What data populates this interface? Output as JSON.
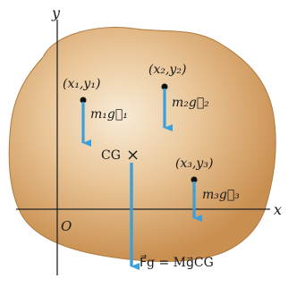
{
  "axes": {
    "x_label": "x",
    "y_label": "y",
    "origin_label": "O"
  },
  "particles": [
    {
      "coord": "(x₁,y₁)",
      "weight": "m₁g⃗₁"
    },
    {
      "coord": "(x₂,y₂)",
      "weight": "m₂g⃗₂"
    },
    {
      "coord": "(x₃,y₃)",
      "weight": "m₃g⃗₃"
    }
  ],
  "cg": {
    "label": "CG",
    "marker": "×"
  },
  "resultant": {
    "label": "F⃗g = Mg⃗CG"
  },
  "colors": {
    "body": "#d9a465",
    "body_light": "#f6e6cd",
    "body_edge": "#b07a3e",
    "arrow": "#3aa0dc"
  }
}
